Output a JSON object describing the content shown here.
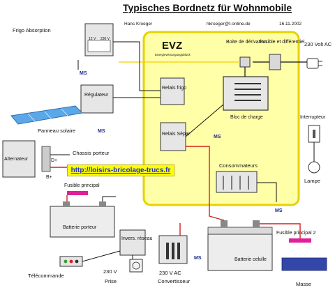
{
  "header": {
    "title": "Typisches Bordnetz für Wohnmobile",
    "author": "Hans Kroeger",
    "email": "hkroeger@t-online.de",
    "date": "16.11.2002"
  },
  "evz": {
    "title": "EVZ",
    "subtitle": "Energieversorgungsblock"
  },
  "labels": {
    "frigo_absorption": "Frigo  Absorption",
    "frigo_12v": "12 V",
    "frigo_230v": "230 V",
    "regulateur": "Régulateur",
    "panneau_solaire": "Panneau solaire",
    "chassis_porteur": "Chassis porteur",
    "alternateur": "Alternateur",
    "d_plus": "D+",
    "b_plus": "B+",
    "fusible_principal": "Fusible principal",
    "batterie_porteur": "Batterie porteur",
    "telecommande": "Télécommande",
    "prise_230v": "230 V",
    "prise": "Prise",
    "invers_reseau": "Invers. réseau",
    "convertisseur_230v": "230 V AC",
    "convertisseur": "Convertisseur",
    "batterie_cellule": "Batterie celulle",
    "fusible_principal_2": "Fusible principal 2",
    "masse": "Masse",
    "boite_derivation": "Boite de dérivation",
    "fusible_differentiel": "Fusible et différentiel",
    "volt_230_ac": "230 Volt AC",
    "relais_frigo": "Relais frigo",
    "relais_separ": "Relais Sépar.",
    "bloc_de_charge": "Bloc de charge",
    "interrupteur": "Interrupteur",
    "consommateurs": "Consommateurs",
    "lampe": "Lampe",
    "ms": "MS"
  },
  "url": "http://loisirs-bricolage-trucs.fr",
  "colors": {
    "evz_fill": "#ffffa8",
    "evz_border": "#e6d200",
    "wire_red": "#d42020",
    "wire_black": "#111111",
    "wire_yellow": "#f0d000",
    "url_text": "#1a2fd6",
    "solar_panel": "#5aa8e8",
    "fuse_pink": "#e0209a"
  }
}
